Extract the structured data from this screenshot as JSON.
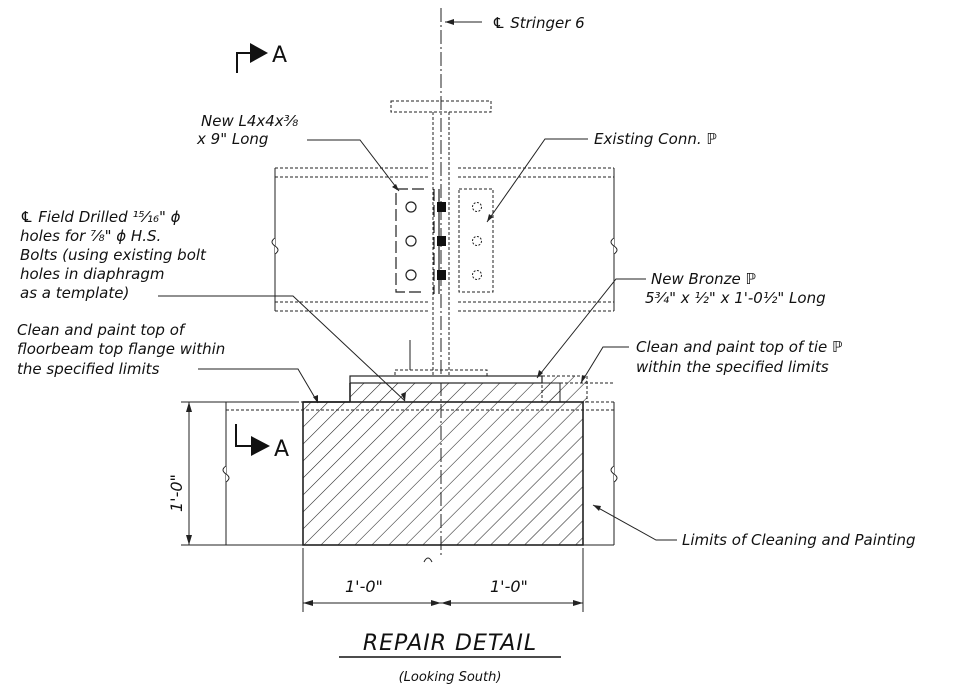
{
  "title": "REPAIR DETAIL",
  "subtitle": "(Looking South)",
  "section_marker": "A",
  "centerline_label": "℄ Stringer 6",
  "notes": {
    "angle_line1": "New L4x4x³⁄₈",
    "angle_line2": "x 9\" Long",
    "existing_conn": "Existing Conn. ℙ",
    "field_drilled_1": "℄ Field Drilled ¹⁵⁄₁₆\" ϕ",
    "field_drilled_2": "holes for ⁷⁄₈\" ϕ H.S.",
    "field_drilled_3": "Bolts (using existing bolt",
    "field_drilled_4": "holes in diaphragm",
    "field_drilled_5": "as a template)",
    "bronze_1": "New Bronze ℙ",
    "bronze_2": "5³⁄₄\" x ¹⁄₂\" x 1'-0¹⁄₂\" Long",
    "clean_fb_1": "Clean and paint top of",
    "clean_fb_2": "floorbeam top flange within",
    "clean_fb_3": "the specified limits",
    "clean_tie_1": "Clean and paint top of tie ℙ",
    "clean_tie_2": "within the specified limits",
    "limits": "Limits of Cleaning and Painting"
  },
  "dimensions": {
    "height": "1'-0\"",
    "left_width": "1'-0\"",
    "right_width": "1'-0\""
  }
}
